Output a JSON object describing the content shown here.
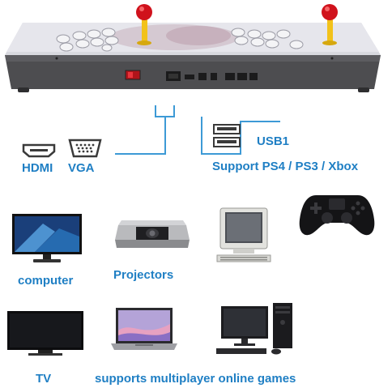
{
  "console": {
    "joystick_ball_color": "#d0121c",
    "joystick_shaft_color": "#f2c21a",
    "body_color": "#4a4a4a",
    "panel_color": "#dcdde3"
  },
  "ports": {
    "hdmi_label": "HDMI",
    "vga_label": "VGA",
    "usb_label": "USB1",
    "support_label": "Support PS4 / PS3 / Xbox"
  },
  "devices": {
    "computer_label": "computer",
    "projectors_label": "Projectors",
    "tv_label": "TV",
    "multiplayer_label": "supports multiplayer online games"
  },
  "colors": {
    "accent": "#1f7fc4",
    "connector_line": "#3d9ad6"
  }
}
